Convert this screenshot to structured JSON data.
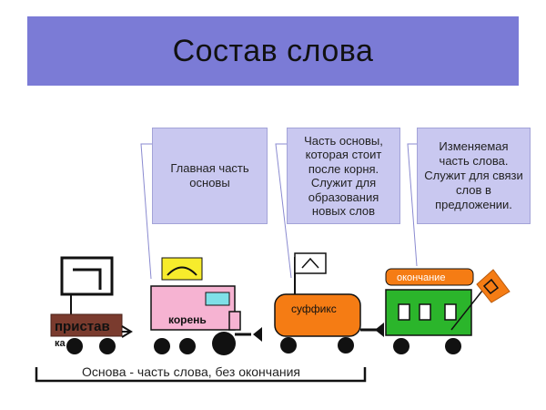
{
  "title": "Состав слова",
  "callouts": {
    "root": "Главная часть основы",
    "suffix": "Часть основы, которая стоит после корня. Служит для образования новых слов",
    "ending": "Изменяемая часть слова. Служит для связи слов в предложении."
  },
  "wagons": {
    "prefix": "пристав",
    "prefix_cut": "ка",
    "root": "корень",
    "suffix": "суффикс",
    "ending": "окончание"
  },
  "basis_caption": "Основа - часть слова, без окончания",
  "colors": {
    "banner": "#7b7bd6",
    "callout_fill": "#c9c8f0",
    "prefix_plate": "#7a3b2e",
    "root_body": "#f6b3d2",
    "root_window": "#7fe0e8",
    "root_roof": "#f7ec2c",
    "suffix_tank": "#f57c14",
    "ending_body": "#2bb52b",
    "ending_roof": "#f57c14",
    "wheels": "#111111"
  },
  "icons": [
    "flag-icon",
    "arrow-left-icon",
    "heart-icon"
  ]
}
